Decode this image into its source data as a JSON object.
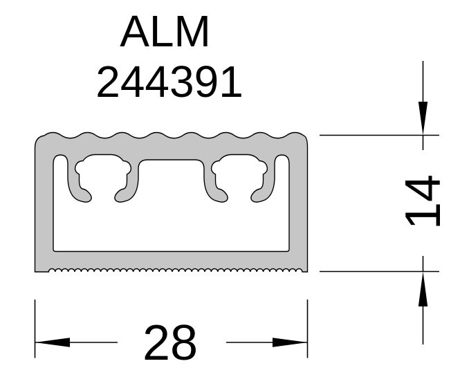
{
  "drawing": {
    "part_label": "ALM",
    "part_number": "244391",
    "height_dimension": "14",
    "width_dimension": "28",
    "colors": {
      "profile_fill": "#c6c6c6",
      "line": "#000000",
      "background": "#ffffff"
    }
  }
}
